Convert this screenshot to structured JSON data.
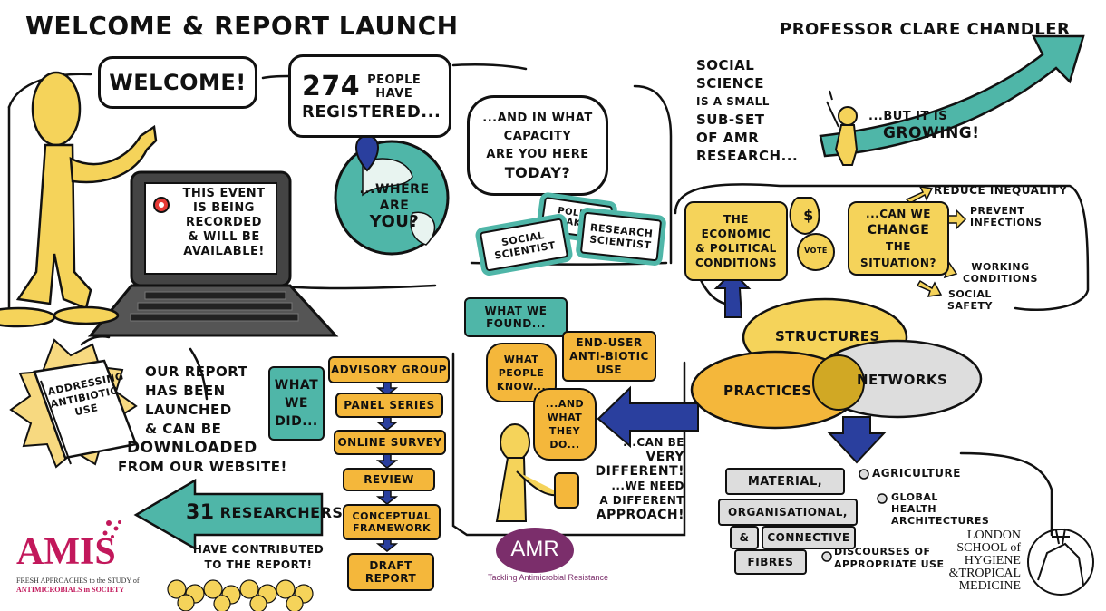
{
  "title": "WELCOME & REPORT LAUNCH",
  "welcome": "WELCOME!",
  "registered": {
    "number": "274",
    "l1": "PEOPLE",
    "l2": "HAVE",
    "l3": "REGISTERED..."
  },
  "capacity": {
    "l1": "...AND IN WHAT",
    "l2": "CAPACITY",
    "l3": "ARE YOU HERE",
    "l4": "TODAY?"
  },
  "where": {
    "l1": "...WHERE",
    "l2": "ARE",
    "l3": "YOU?"
  },
  "roles": {
    "social": "SOCIAL SCIENTIST",
    "policy": "POLICY MAKER",
    "research": "RESEARCH SCIENTIST"
  },
  "laptop": {
    "l1": "THIS EVENT",
    "l2": "IS BEING",
    "l3": "RECORDED",
    "l4": "& WILL BE",
    "l5": "AVAILABLE!"
  },
  "report": {
    "book": "ADDRESSING ANTIBIOTIC USE",
    "l1": "OUR REPORT",
    "l2": "HAS BEEN",
    "l3": "LAUNCHED",
    "l4": "& CAN BE",
    "l5": "DOWNLOADED",
    "l6": "FROM OUR WEBSITE!"
  },
  "researchers": {
    "count": "31",
    "label": "RESEARCHERS",
    "l1": "HAVE CONTRIBUTED",
    "l2": "TO THE REPORT!"
  },
  "what_we_did": {
    "l1": "WHAT",
    "l2": "WE",
    "l3": "DID..."
  },
  "steps": [
    "ADVISORY GROUP",
    "PANEL SERIES",
    "ONLINE SURVEY",
    "REVIEW",
    "CONCEPTUAL FRAMEWORK",
    "DRAFT REPORT"
  ],
  "what_we_found": "WHAT WE FOUND...",
  "enduser": {
    "l1": "END-USER",
    "l2": "ANTI-BIOTIC",
    "l3": "USE"
  },
  "people_know": {
    "l1": "WHAT",
    "l2": "PEOPLE",
    "l3": "KNOW..."
  },
  "they_do": {
    "l1": "...AND",
    "l2": "WHAT",
    "l3": "THEY",
    "l4": "DO..."
  },
  "different": {
    "l1": "...CAN BE",
    "l2": "VERY",
    "l3": "DIFFERENT!",
    "l4": "...WE NEED",
    "l5": "A DIFFERENT",
    "l6": "APPROACH!"
  },
  "presenter": "PROFESSOR CLARE CHANDLER",
  "social_science": {
    "l1": "SOCIAL",
    "l2": "SCIENCE",
    "l3": "IS A SMALL",
    "l4": "SUB-SET",
    "l5": "OF AMR",
    "l6": "RESEARCH..."
  },
  "growing": {
    "l1": "...BUT IT IS",
    "l2": "GROWING!"
  },
  "economic": {
    "l1": "THE",
    "l2": "ECONOMIC",
    "l3": "& POLITICAL",
    "l4": "CONDITIONS"
  },
  "vote": "VOTE",
  "change": {
    "l1": "...CAN WE",
    "l2": "CHANGE",
    "l3": "THE SITUATION?"
  },
  "outcomes": {
    "reduce": "REDUCE INEQUALITY",
    "prevent_l1": "PREVENT",
    "prevent_l2": "INFECTIONS",
    "working_l1": "WORKING",
    "working_l2": "CONDITIONS",
    "social_l1": "SOCIAL",
    "social_l2": "SAFETY"
  },
  "venn": {
    "structures": "STRUCTURES",
    "practices": "PRACTICES",
    "networks": "NETWORKS"
  },
  "fibres": {
    "material": "MATERIAL,",
    "organisational": "ORGANISATIONAL,",
    "amp": "&",
    "connective": "CONNECTIVE",
    "fibres": "FIBRES"
  },
  "fields": {
    "agriculture": "AGRICULTURE",
    "gha_l1": "GLOBAL",
    "gha_l2": "HEALTH",
    "gha_l3": "ARCHITECTURES",
    "dau_l1": "DISCOURSES OF",
    "dau_l2": "APPROPRIATE USE"
  },
  "logos": {
    "amis": "AMIS",
    "amis_l1": "FRESH APPROACHES to the STUDY of",
    "amis_l2": "ANTIMICROBIALS in SOCIETY",
    "amr": "AMR",
    "amr_tag": "Tackling Antimicrobial Resistance",
    "lshtm_l1": "LONDON",
    "lshtm_l2": "SCHOOL of",
    "lshtm_l3": "HYGIENE",
    "lshtm_l4": "&TROPICAL",
    "lshtm_l5": "MEDICINE"
  },
  "colors": {
    "yellow": "#f5d35a",
    "orange": "#f4b73b",
    "teal": "#4fb6a8",
    "navy": "#2a3f9e",
    "grey": "#dddddd",
    "amis_pink": "#c2185b",
    "amr_purple": "#7b2e6b"
  }
}
